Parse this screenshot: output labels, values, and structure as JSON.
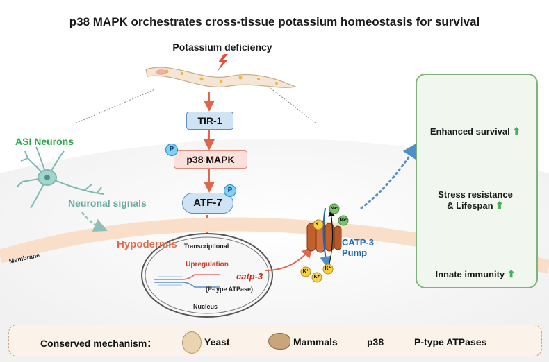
{
  "title": "p38 MAPK orchestrates cross-tissue potassium homeostasis for survival",
  "stimulus": "Potassium deficiency",
  "pathway": {
    "tir1": "TIR-1",
    "p38": "p38 MAPK",
    "atf7": "ATF-7",
    "phospho": "P"
  },
  "neurons": {
    "label": "ASI Neurons",
    "signal": "Neuronal signals"
  },
  "tissue": {
    "hypodermis": "Hypodermis",
    "membrane": "Membrane"
  },
  "nucleus": {
    "transcriptional": "Transcriptional",
    "upregulation": "Upregulation",
    "gene": "catp-3",
    "gene_type": "(P-type ATPase)",
    "label": "Nucleus"
  },
  "pump": {
    "label_line1": "CATP-3",
    "label_line2": "Pump",
    "k_ion": "K⁺",
    "na_ion": "Na⁺"
  },
  "outcomes": [
    {
      "line1": "Enhanced survival",
      "line2": "",
      "icon": "shield-icon"
    },
    {
      "line1": "Stress resistance",
      "line2": "& Lifespan",
      "icon": "clock-icon"
    },
    {
      "line1": "Innate immunity",
      "line2": "",
      "icon": "immune-cell-icon"
    }
  ],
  "conserved": {
    "label": "Conserved mechanism：",
    "yeast": "Yeast",
    "mammals": "Mammals",
    "p38": "p38",
    "ptype": "P-type ATPases"
  },
  "colors": {
    "arrow_red": "#e0664a",
    "blue": "#2166b2",
    "green": "#2ea84e",
    "panel_border": "#7eb47a"
  }
}
